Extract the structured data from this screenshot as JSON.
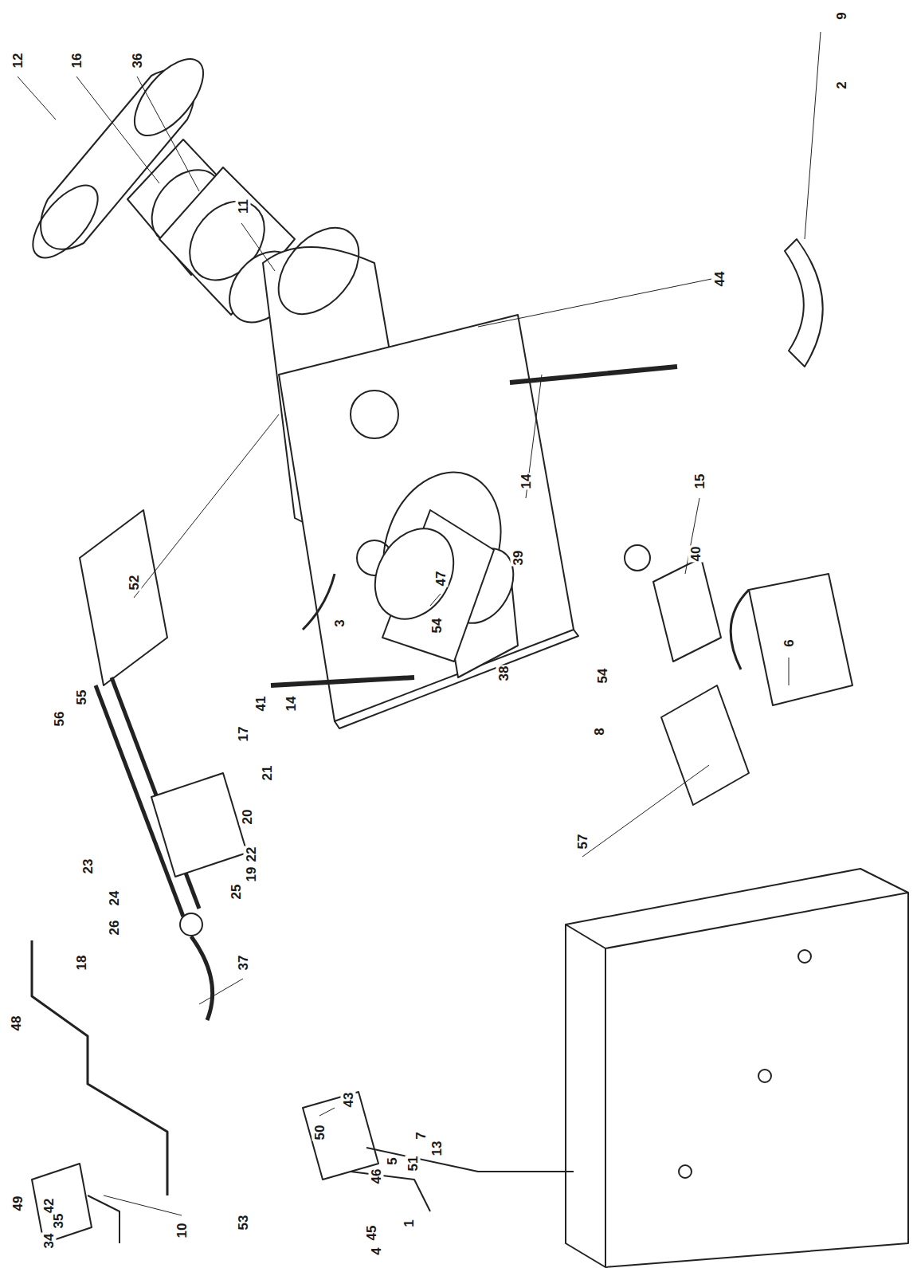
{
  "diagram": {
    "labels": [
      "12",
      "16",
      "36",
      "11",
      "44",
      "2",
      "9",
      "52",
      "56",
      "55",
      "14",
      "14",
      "15",
      "40",
      "39",
      "38",
      "54",
      "54",
      "8",
      "47",
      "3",
      "41",
      "17",
      "21",
      "20",
      "22",
      "19",
      "25",
      "23",
      "24",
      "26",
      "18",
      "37",
      "48",
      "49",
      "42",
      "35",
      "34",
      "10",
      "53",
      "57",
      "6",
      "50",
      "43",
      "46",
      "5",
      "45",
      "4",
      "1",
      "13",
      "7",
      "51"
    ]
  }
}
